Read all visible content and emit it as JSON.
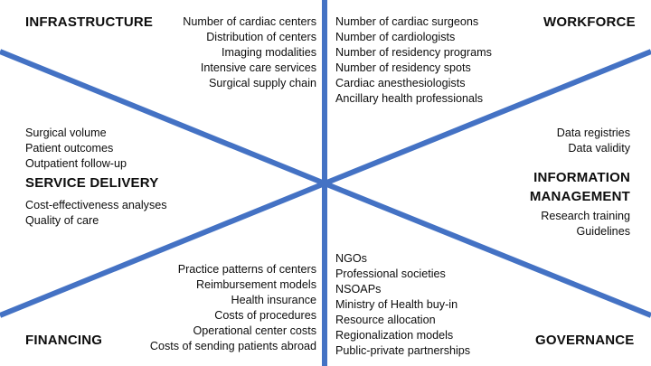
{
  "diagram": {
    "type": "six-building-blocks-cross-framework",
    "accent_color": "#4472C4",
    "text_color": "#0D0D0D",
    "background": "#FFFFFF",
    "quadrants": [
      {
        "id": "infrastructure",
        "heading": "INFRASTRUCTURE",
        "position": "top-left",
        "items": [
          "Number of cardiac centers",
          "Distribution of centers",
          "Imaging modalities",
          "Intensive care services",
          "Surgical supply chain"
        ],
        "items_text": "Number of cardiac centers\nDistribution of centers\nImaging modalities\nIntensive care services\nSurgical supply chain"
      },
      {
        "id": "workforce",
        "heading": "WORKFORCE",
        "position": "top-right",
        "items": [
          "Number of cardiac surgeons",
          "Number of cardiologists",
          "Number of residency programs",
          "Number of residency spots",
          "Cardiac anesthesiologists",
          "Ancillary health professionals"
        ],
        "items_text": "Number of cardiac surgeons\nNumber of cardiologists\nNumber of residency programs\nNumber of residency spots\nCardiac anesthesiologists\nAncillary health professionals"
      },
      {
        "id": "service-delivery",
        "heading": "SERVICE DELIVERY",
        "position": "middle-left",
        "items_above": [
          "Surgical volume",
          "Patient outcomes",
          "Outpatient follow-up"
        ],
        "items_above_text": "Surgical volume\nPatient outcomes\nOutpatient follow-up",
        "items_below": [
          "Cost-effectiveness analyses",
          "Quality of care"
        ],
        "items_below_text": "Cost-effectiveness analyses\nQuality of care"
      },
      {
        "id": "information-management",
        "heading": "INFORMATION\nMANAGEMENT",
        "position": "middle-right",
        "items_above": [
          "Data registries",
          "Data validity"
        ],
        "items_above_text": "Data registries\nData validity",
        "items_below": [
          "Research training",
          "Guidelines"
        ],
        "items_below_text": "Research training\nGuidelines"
      },
      {
        "id": "financing",
        "heading": "FINANCING",
        "position": "bottom-left",
        "items": [
          "Practice patterns of centers",
          "Reimbursement models",
          "Health insurance",
          "Costs of procedures",
          "Operational center costs",
          "Costs of sending patients abroad"
        ],
        "items_text": "Practice patterns of centers\nReimbursement models\nHealth insurance\nCosts of procedures\nOperational center costs\nCosts of sending patients abroad"
      },
      {
        "id": "governance",
        "heading": "GOVERNANCE",
        "position": "bottom-right",
        "items": [
          "NGOs",
          "Professional societies",
          "NSOAPs",
          "Ministry of Health buy-in",
          "Resource allocation",
          "Regionalization models",
          "Public-private partnerships"
        ],
        "items_text": "NGOs\nProfessional societies\nNSOAPs\nMinistry of Health buy-in\nResource allocation\nRegionalization models\nPublic-private partnerships"
      }
    ]
  }
}
